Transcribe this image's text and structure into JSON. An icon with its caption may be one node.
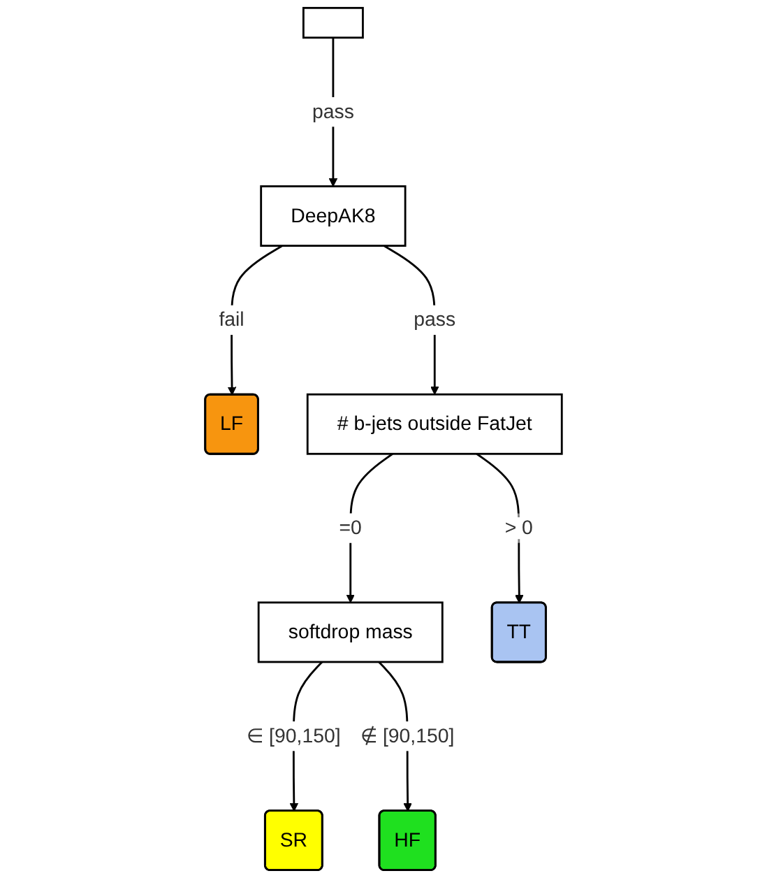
{
  "diagram": {
    "nodes": [
      {
        "text": [],
        "shape": "box"
      },
      {
        "text": [
          "DeepAK8"
        ]
      },
      {
        "text": [
          "LF"
        ]
      },
      {
        "text": [
          "# b-jets outside FatJet"
        ]
      },
      {
        "text": [
          "softdrop mass"
        ]
      },
      {
        "text": [
          "TT"
        ]
      },
      {
        "text": [
          "SR"
        ]
      },
      {
        "text": [
          "HF"
        ]
      }
    ],
    "edges": [
      {
        "from": 0,
        "to": 1,
        "arrow": "to",
        "label": "pass"
      },
      {
        "from": 1,
        "to": 2,
        "arrow": "to",
        "label": "fail"
      },
      {
        "from": 1,
        "to": 3,
        "arrow": "to",
        "label": "pass"
      },
      {
        "from": 3,
        "to": 4,
        "arrow": "to",
        "label": "=0"
      },
      {
        "from": 3,
        "to": 5,
        "arrow": "to",
        "label": "> 0"
      },
      {
        "from": 4,
        "to": 6,
        "arrow": "to",
        "label": "∈ [90,150]"
      },
      {
        "from": 4,
        "to": 7,
        "arrow": "to",
        "label": "∉ [90,150]"
      }
    ]
  }
}
